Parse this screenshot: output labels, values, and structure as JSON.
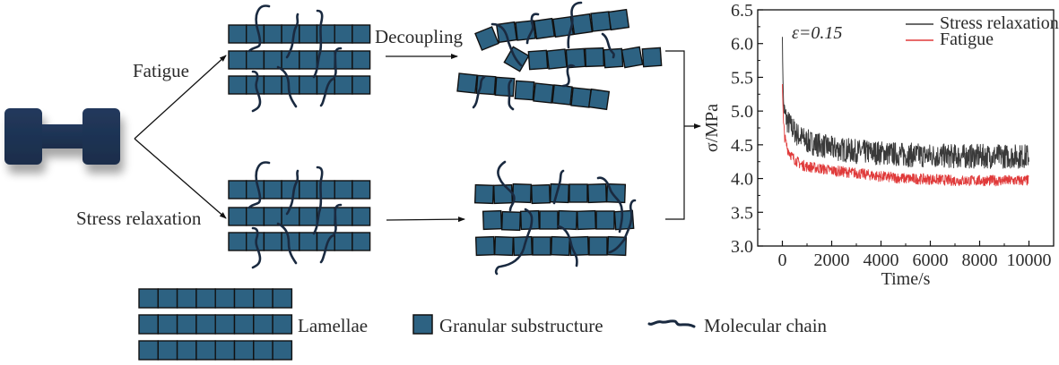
{
  "diagram": {
    "specimen": {
      "name": "dumbbell-specimen",
      "color": "#1f3556"
    },
    "labels": {
      "fatigue": "Fatigue",
      "stress_relaxation": "Stress relaxation",
      "decoupling": "Decoupling"
    },
    "colors": {
      "granule_fill": "#2d6282",
      "granule_stroke": "#111111",
      "chain": "#1a2a40",
      "arrow": "#111111"
    },
    "lamellae_rows": 3,
    "granules_per_row": 8
  },
  "legend": {
    "lamellae": "Lamellae",
    "granular_substructure": "Granular substructure",
    "molecular_chain": "Molecular chain"
  },
  "chart_data": {
    "type": "line",
    "title": "",
    "annotation": "ε=0.15",
    "xlabel": "Time/s",
    "ylabel": "σ/MPa",
    "xlim": [
      -1000,
      11000
    ],
    "ylim": [
      3.0,
      6.5
    ],
    "xticks": [
      0,
      2000,
      4000,
      6000,
      8000,
      10000
    ],
    "xtick_labels": [
      "0",
      "2000",
      "4000",
      "6000",
      "8000",
      "10000"
    ],
    "yticks": [
      3.0,
      3.5,
      4.0,
      4.5,
      5.0,
      5.5,
      6.0,
      6.5
    ],
    "ytick_labels": [
      "3.0",
      "3.5",
      "4.0",
      "4.5",
      "5.0",
      "5.5",
      "6.0",
      "6.5"
    ],
    "grid": false,
    "legend_position": "top-right",
    "series": [
      {
        "name": "Stress relaxation",
        "color": "#3a3a3a",
        "x": [
          0,
          20,
          50,
          100,
          200,
          400,
          600,
          800,
          1000,
          1500,
          2000,
          3000,
          4000,
          5000,
          6000,
          7000,
          8000,
          9000,
          10000
        ],
        "y": [
          6.1,
          5.5,
          5.1,
          4.95,
          4.85,
          4.75,
          4.65,
          4.6,
          4.55,
          4.5,
          4.45,
          4.4,
          4.38,
          4.35,
          4.34,
          4.33,
          4.33,
          4.33,
          4.33
        ],
        "noise_band": 0.18
      },
      {
        "name": "Fatigue",
        "color": "#e03a3a",
        "x": [
          0,
          20,
          50,
          100,
          200,
          400,
          600,
          800,
          1000,
          1500,
          2000,
          3000,
          4000,
          5000,
          6000,
          7000,
          8000,
          9000,
          10000
        ],
        "y": [
          5.4,
          5.1,
          4.8,
          4.6,
          4.45,
          4.32,
          4.25,
          4.2,
          4.18,
          4.15,
          4.12,
          4.08,
          4.03,
          4.0,
          3.99,
          3.97,
          3.97,
          3.97,
          3.97
        ],
        "noise_band": 0.08
      }
    ]
  }
}
